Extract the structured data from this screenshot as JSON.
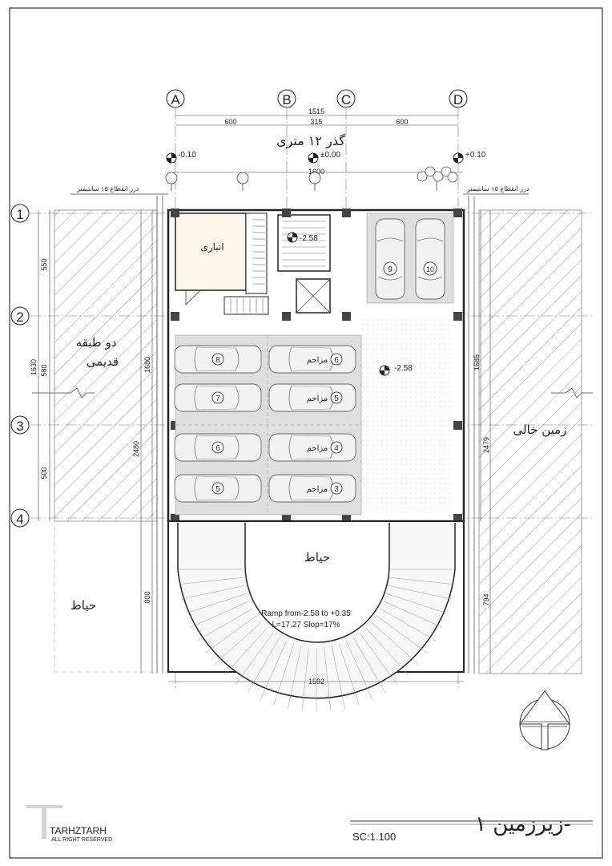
{
  "grid": {
    "cols": [
      "A",
      "B",
      "C",
      "D"
    ],
    "rows": [
      "1",
      "2",
      "3",
      "4"
    ]
  },
  "dims": {
    "top_total": "1515",
    "top_left": "600",
    "top_mid": "315",
    "top_right": "600",
    "top_level_line": "1600",
    "left_550": "550",
    "left_1630": "1630",
    "left_580": "580",
    "left_500": "500",
    "left_1680": "1680",
    "left_2480": "2480",
    "left_800": "800",
    "right_1685": "1685",
    "right_2479": "2479",
    "right_794": "794",
    "bottom_1592": "1592"
  },
  "levels": {
    "left": "-0.10",
    "center": "±0.00",
    "right": "+0.10",
    "stair": "-2.58",
    "parking": "-2.58"
  },
  "labels": {
    "street": "گذر ۱۲ متری",
    "joint_left": "درز انقطاع ۱۵ سانتیمتر",
    "joint_right": "درز انقطاع ۱۵ سانتیمتر",
    "storage": "انباری",
    "neighbor_left_1": "دو طبقه",
    "neighbor_left_2": "قدیمی",
    "neighbor_right": "زمین خالی",
    "yard_left": "حیاط",
    "yard_center": "حیاط",
    "ramp_1": "Ramp from-2.58 to +0.35",
    "ramp_2": "L=17.27 Slop=17%",
    "sheet_title": "زیرزمین ۱-",
    "scale": "SC:1.100",
    "logo": "TARHZTARH",
    "logo_sub": "ALL RIGHT RESERVED"
  },
  "parking": {
    "blocked": "مزاحم",
    "left_spots": [
      "8",
      "7",
      "6",
      "5"
    ],
    "mid_spots": [
      "6",
      "5",
      "4",
      "3"
    ],
    "top_spots": [
      "9",
      "10"
    ]
  }
}
